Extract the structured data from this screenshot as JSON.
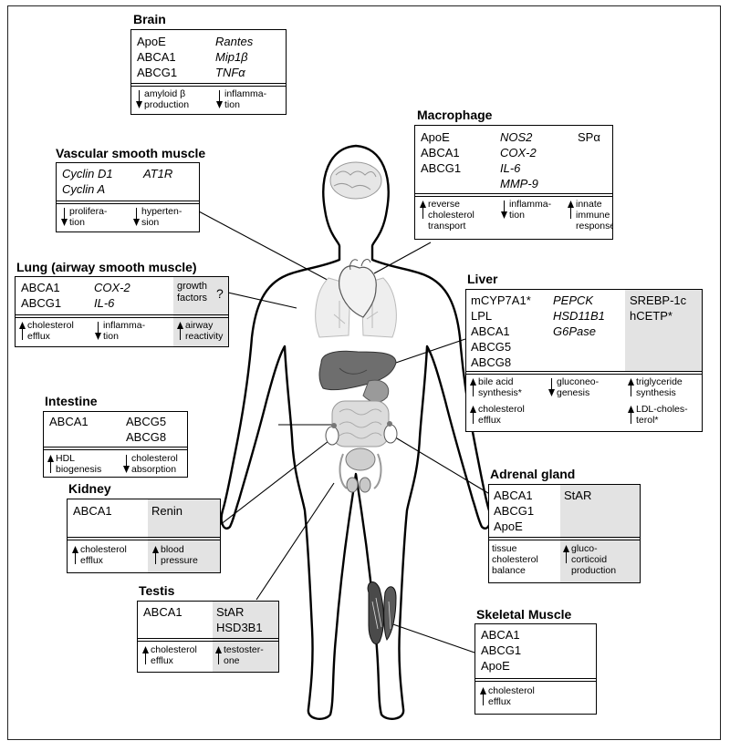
{
  "organs": {
    "brain": {
      "title": "Brain",
      "col1": [
        "ApoE",
        "ABCA1",
        "ABCG1"
      ],
      "col2": [
        "Rantes",
        "Mip1β",
        "TNFα"
      ],
      "effects": [
        {
          "dir": "down",
          "lines": [
            "amyloid  β",
            "production"
          ]
        },
        {
          "dir": "down",
          "lines": [
            "inflamma-",
            "tion"
          ]
        }
      ]
    },
    "macrophage": {
      "title": "Macrophage",
      "col1": [
        "ApoE",
        "ABCA1",
        "ABCG1"
      ],
      "col2": [
        "NOS2",
        "COX-2",
        "IL-6",
        "MMP-9"
      ],
      "col3": [
        "SPα"
      ],
      "effects": [
        {
          "dir": "up",
          "lines": [
            "reverse",
            "cholesterol",
            "transport"
          ]
        },
        {
          "dir": "down",
          "lines": [
            "inflamma-",
            "tion"
          ]
        },
        {
          "dir": "up",
          "lines": [
            "innate",
            "immune",
            "response"
          ]
        }
      ]
    },
    "vascular": {
      "title": "Vascular smooth muscle",
      "col1": [
        "Cyclin  D1",
        "Cyclin  A"
      ],
      "col2": [
        "AT1R"
      ],
      "effects": [
        {
          "dir": "down",
          "lines": [
            "prolifera-",
            "tion"
          ]
        },
        {
          "dir": "down",
          "lines": [
            "hyperten-",
            "sion"
          ]
        }
      ]
    },
    "lung": {
      "title": "Lung  (airway smooth muscle)",
      "col1": [
        "ABCA1",
        "ABCG1"
      ],
      "col2": [
        "COX-2",
        "IL-6"
      ],
      "col3": [
        "growth",
        "factors"
      ],
      "question": "?",
      "effects": [
        {
          "dir": "up",
          "lines": [
            "cholesterol",
            "efflux"
          ]
        },
        {
          "dir": "down",
          "lines": [
            "inflamma-",
            "tion"
          ]
        },
        {
          "dir": "up",
          "lines": [
            "airway",
            "reactivity"
          ]
        }
      ]
    },
    "liver": {
      "title": "Liver",
      "col1": [
        "mCYP7A1*",
        "LPL",
        "ABCA1",
        "ABCG5",
        "ABCG8"
      ],
      "col2": [
        "PEPCK",
        "HSD11B1",
        "G6Pase"
      ],
      "col3": [
        "SREBP-1c",
        "hCETP*"
      ],
      "effects": [
        {
          "dir": "up",
          "lines": [
            "bile  acid",
            "synthesis*"
          ]
        },
        {
          "dir": "down",
          "lines": [
            "gluconeo-",
            "genesis"
          ]
        },
        {
          "dir": "up",
          "lines": [
            "triglyceride",
            "synthesis"
          ]
        },
        {
          "dir": "up",
          "lines": [
            "cholesterol",
            "efflux"
          ]
        },
        {
          "dir": "up",
          "lines": [
            "LDL-choles-",
            "terol*"
          ]
        }
      ]
    },
    "intestine": {
      "title": "Intestine",
      "col1": [
        "ABCA1"
      ],
      "col2": [
        "ABCG5",
        "ABCG8"
      ],
      "effects": [
        {
          "dir": "up",
          "lines": [
            "HDL",
            "biogenesis"
          ]
        },
        {
          "dir": "down",
          "lines": [
            "cholesterol",
            "absorption"
          ]
        }
      ]
    },
    "kidney": {
      "title": "Kidney",
      "col1": [
        "ABCA1"
      ],
      "col2": [
        "Renin"
      ],
      "effects": [
        {
          "dir": "up",
          "lines": [
            "cholesterol",
            "efflux"
          ]
        },
        {
          "dir": "up",
          "lines": [
            "blood",
            "pressure"
          ]
        }
      ]
    },
    "adrenal": {
      "title": "Adrenal   gland",
      "col1": [
        "ABCA1",
        "ABCG1",
        "ApoE"
      ],
      "col2": [
        "StAR"
      ],
      "effects": [
        {
          "dir": "none",
          "lines": [
            "tissue",
            "cholesterol",
            "balance"
          ]
        },
        {
          "dir": "up",
          "lines": [
            "gluco-",
            "corticoid",
            "production"
          ]
        }
      ]
    },
    "testis": {
      "title": "Testis",
      "col1": [
        "ABCA1"
      ],
      "col2": [
        "StAR",
        "HSD3B1"
      ],
      "effects": [
        {
          "dir": "up",
          "lines": [
            "cholesterol",
            "efflux"
          ]
        },
        {
          "dir": "up",
          "lines": [
            "testoster-",
            "one"
          ]
        }
      ]
    },
    "skeletal": {
      "title": "Skeletal  Muscle",
      "col1": [
        "ABCA1",
        "ABCG1",
        "ApoE"
      ],
      "effects": [
        {
          "dir": "up",
          "lines": [
            "cholesterol",
            "efflux"
          ]
        }
      ]
    }
  }
}
